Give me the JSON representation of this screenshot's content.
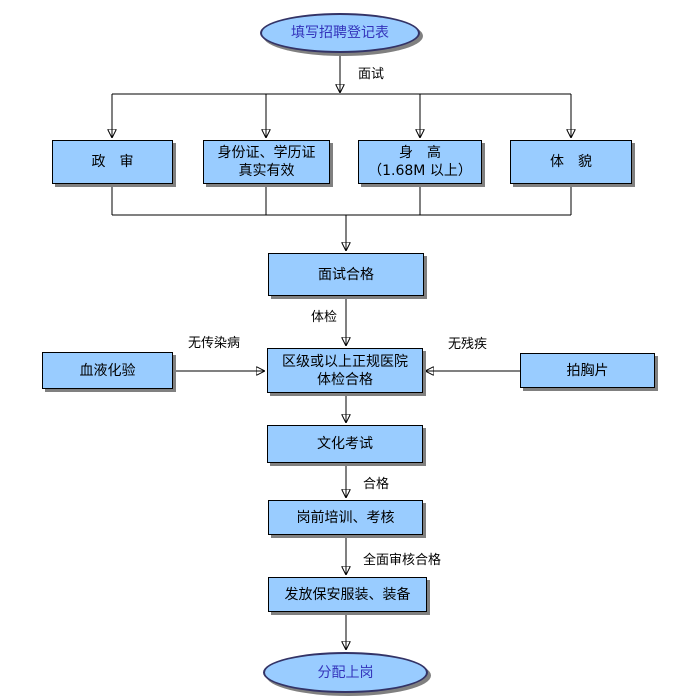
{
  "diagram": {
    "title_hint": "recruitment-onboarding-flowchart",
    "colors": {
      "background": "#FFFFFF",
      "node_fill": "#99CCFF",
      "box_border": "#000000",
      "ellipse_border": "#333366",
      "shadow": "#808080",
      "box_text": "#000000",
      "ellipse_text": "#3333BB",
      "connector": "#000000"
    },
    "nodes": {
      "start": {
        "shape": "ellipse",
        "label": "填写招聘登记表"
      },
      "political_review": {
        "shape": "box",
        "label": "政　审"
      },
      "credentials": {
        "shape": "box",
        "line1": "身份证、学历证",
        "line2": "真实有效"
      },
      "height_req": {
        "shape": "box",
        "line1": "身　高",
        "line2": "（1.68M 以上）"
      },
      "appearance": {
        "shape": "box",
        "label": "体　貌"
      },
      "interview_pass": {
        "shape": "box",
        "label": "面试合格"
      },
      "blood_test": {
        "shape": "box",
        "label": "血液化验"
      },
      "hospital_check": {
        "shape": "box",
        "line1": "区级或以上正规医院",
        "line2": "体检合格"
      },
      "chest_xray": {
        "shape": "box",
        "label": "拍胸片"
      },
      "culture_exam": {
        "shape": "box",
        "label": "文化考试"
      },
      "pre_job_training": {
        "shape": "box",
        "label": "岗前培训、考核"
      },
      "uniform_issue": {
        "shape": "box",
        "label": "发放保安服装、装备"
      },
      "end": {
        "shape": "ellipse",
        "label": "分配上岗"
      }
    },
    "edge_labels": {
      "interview": "面试",
      "physical_exam": "体检",
      "no_infectious_disease": "无传染病",
      "no_disability": "无残疾",
      "pass": "合格",
      "full_review_pass": "全面审核合格"
    }
  }
}
